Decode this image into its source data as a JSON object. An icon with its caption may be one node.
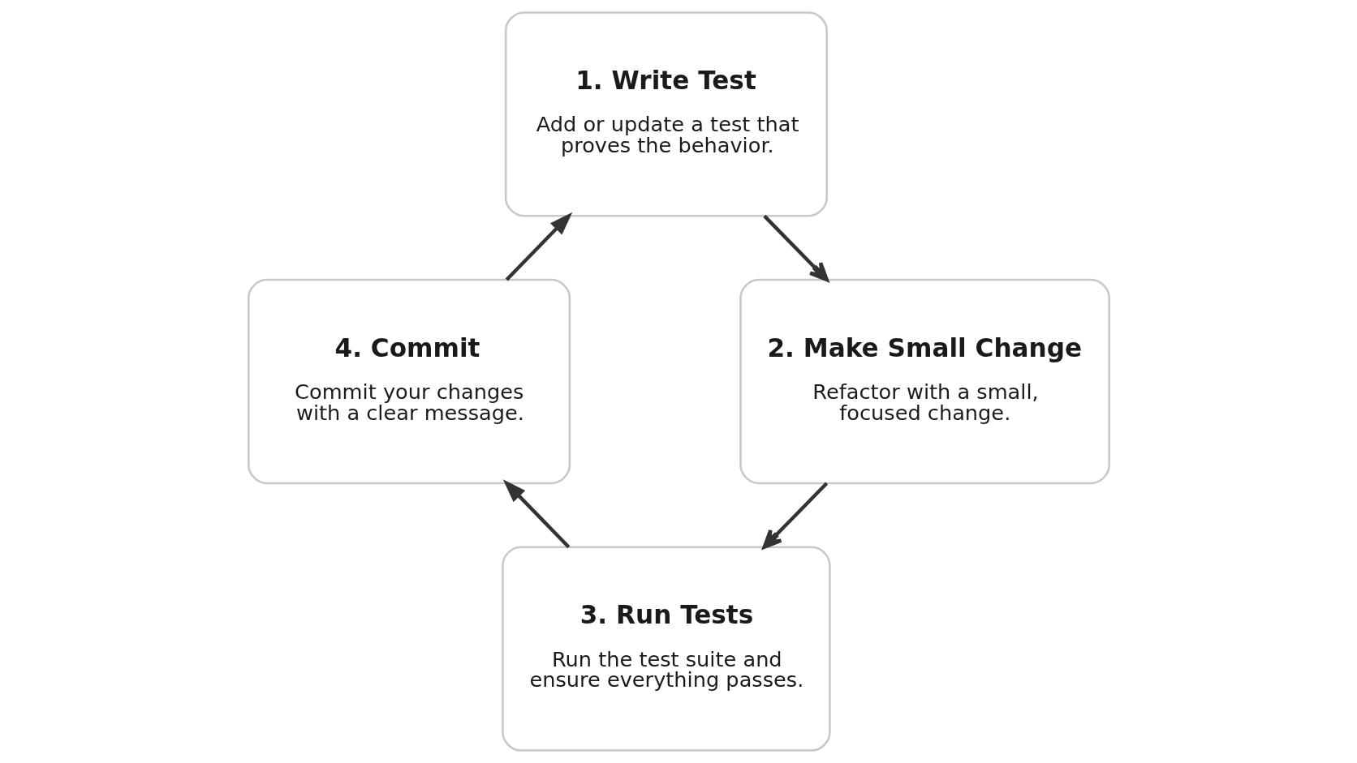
{
  "diagram": {
    "nodes": [
      {
        "text": [
          "1. Write Test",
          "Add or update a test that proves the behavior."
        ]
      },
      {
        "text": [
          "2. Make Small Change",
          "Refactor with a small, focused change."
        ]
      },
      {
        "text": [
          "3. Run Tests",
          "Run the test suite and ensure everything passes."
        ]
      },
      {
        "text": [
          "4. Commit",
          "Commit your changes with a clear message."
        ]
      }
    ],
    "edges": [
      {
        "from": 0,
        "to": 1,
        "arrow": "to"
      },
      {
        "from": 1,
        "to": 2,
        "arrow": "to"
      },
      {
        "from": 2,
        "to": 3,
        "arrow": "to"
      },
      {
        "from": 3,
        "to": 0,
        "arrow": "to"
      }
    ]
  }
}
